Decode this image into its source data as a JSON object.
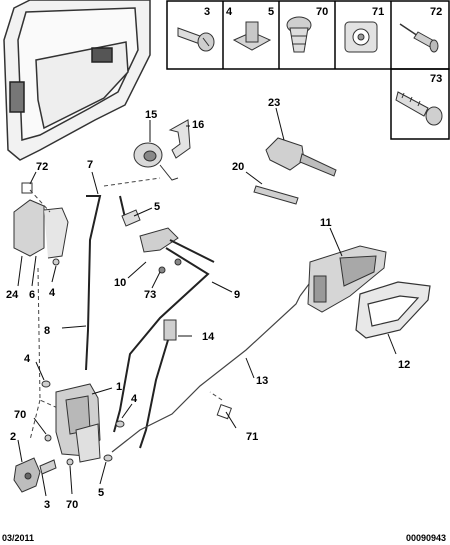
{
  "callouts": {
    "c3": "3",
    "c4": "4",
    "c5": "5",
    "c70": "70",
    "c71": "71",
    "c72": "72",
    "c73": "73",
    "p15": "15",
    "p16": "16",
    "p23": "23",
    "p7": "7",
    "p72": "72",
    "p20": "20",
    "p5a": "5",
    "p11": "11",
    "p10": "10",
    "p73": "73",
    "p9": "9",
    "p24": "24",
    "p6": "6",
    "p4a": "4",
    "p8": "8",
    "p14": "14",
    "p12": "12",
    "p4b": "4",
    "p1": "1",
    "p13": "13",
    "p4c": "4",
    "p70a": "70",
    "p71": "71",
    "p2": "2",
    "p3": "3",
    "p70b": "70",
    "p5b": "5"
  },
  "footer": {
    "date": "03/2011",
    "reference": "00090943"
  }
}
